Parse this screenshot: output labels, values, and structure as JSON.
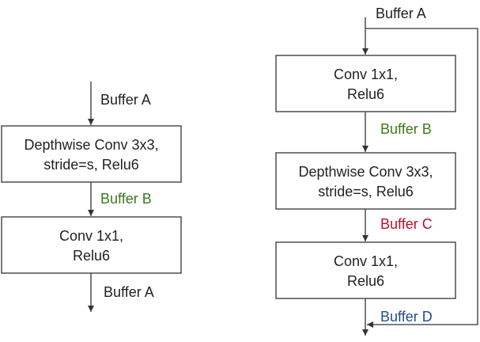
{
  "colors": {
    "stroke": "#333333",
    "text": "#222222",
    "buffer_a": "#222222",
    "buffer_b": "#3d7a1e",
    "buffer_c": "#b8102a",
    "buffer_d": "#1f4e8a"
  },
  "left": {
    "label_in": "Buffer A",
    "box1_line1": "Depthwise Conv 3x3,",
    "box1_line2": "stride=s, Relu6",
    "label_mid": "Buffer B",
    "box2_line1": "Conv 1x1,",
    "box2_line2": "Relu6",
    "label_out": "Buffer A"
  },
  "right": {
    "label_in": "Buffer A",
    "box1_line1": "Conv 1x1,",
    "box1_line2": "Relu6",
    "label_b": "Buffer B",
    "box2_line1": "Depthwise Conv 3x3,",
    "box2_line2": "stride=s, Relu6",
    "label_c": "Buffer C",
    "box3_line1": "Conv 1x1,",
    "box3_line2": "Relu6",
    "label_d": "Buffer D"
  }
}
